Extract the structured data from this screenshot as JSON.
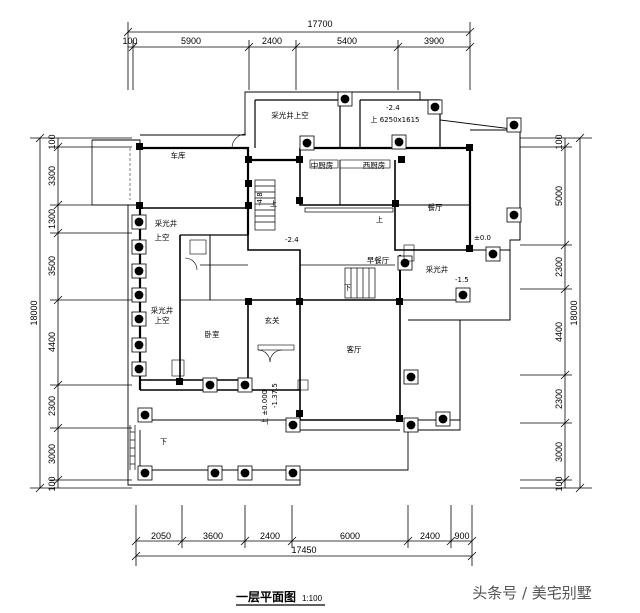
{
  "dimensions": {
    "top_total": "17700",
    "top_segments": [
      "100",
      "5900",
      "2400",
      "5400",
      "3900"
    ],
    "bottom_total": "17450",
    "bottom_segments": [
      "2050",
      "3600",
      "2400",
      "6000",
      "2400",
      "900"
    ],
    "left_total": "18000",
    "left_segments": [
      "100",
      "3300",
      "1300",
      "3500",
      "4400",
      "2300",
      "3000",
      "100"
    ],
    "right_total": "18000",
    "right_segments": [
      "100",
      "5000",
      "2300",
      "4400",
      "2300",
      "3000",
      "100"
    ]
  },
  "rooms": {
    "garage": "车库",
    "lightwell_upper": "采光井上空",
    "chinese_kitchen": "中厨房",
    "western_kitchen": "西厨房",
    "dining": "餐厅",
    "lightwell_left_1": "采光井",
    "upper_void_1": "上空",
    "lightwell_left_2": "采光井",
    "upper_void_2": "上空",
    "bedroom": "卧室",
    "foyer": "玄关",
    "family_dining": "早餐厅",
    "living": "客厅",
    "lightwell_right": "采光井"
  },
  "notes": {
    "steps_label": "上 6250x1615",
    "level_label": "上 ±0.000",
    "level_2": "-1.37.5",
    "up": "上",
    "down": "下",
    "elev_1": "-2.4",
    "elev_2": "-1.5",
    "elev_3": "±0.0",
    "elev_4": "-4.8",
    "elev_5": "-2.4"
  },
  "caption": {
    "title": "一层平面图",
    "scale": "1:100"
  },
  "watermark": "头条号 / 美宅别墅"
}
